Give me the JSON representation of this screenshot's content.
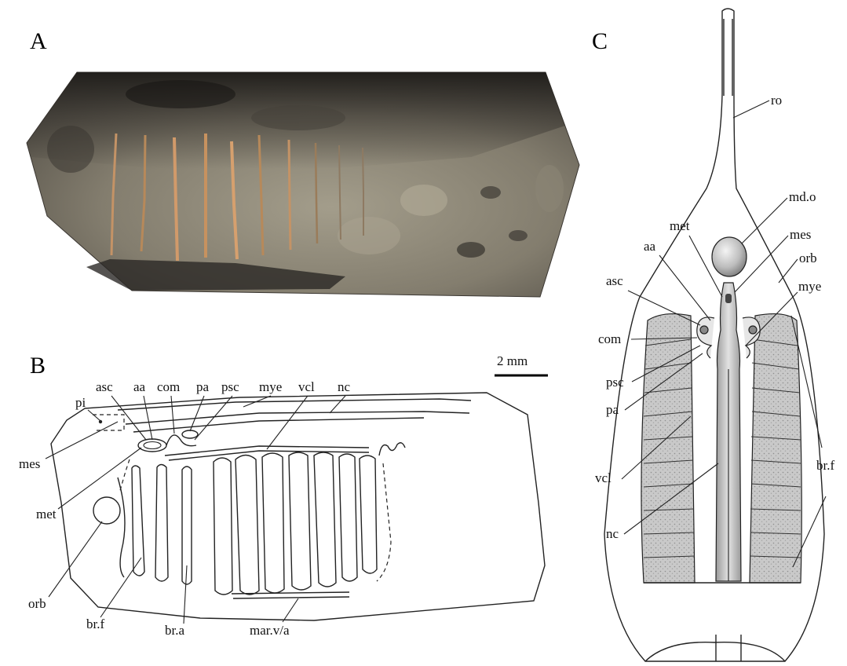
{
  "panels": {
    "a": {
      "label": "A"
    },
    "b": {
      "label": "B"
    },
    "c": {
      "label": "C"
    }
  },
  "scale_bar": {
    "label": "2 mm"
  },
  "panel_b_labels": {
    "pi": "pi",
    "asc": "asc",
    "aa": "aa",
    "com": "com",
    "pa": "pa",
    "psc": "psc",
    "mye": "mye",
    "vcl": "vcl",
    "nc": "nc",
    "mes": "mes",
    "met": "met",
    "orb": "orb",
    "br_f": "br.f",
    "br_a": "br.a",
    "mar_va": "mar.v/a"
  },
  "panel_c_labels": {
    "ro": "ro",
    "md_o": "md.o",
    "met": "met",
    "mes": "mes",
    "aa": "aa",
    "orb": "orb",
    "asc": "asc",
    "mye": "mye",
    "com": "com",
    "psc": "psc",
    "pa": "pa",
    "br_f": "br.f",
    "vcl": "vcl",
    "nc": "nc"
  },
  "colors": {
    "fossil_dark": "#2f2c28",
    "fossil_mid": "#6b655b",
    "fossil_light": "#9a9483",
    "fossil_ochre": "#b7895a",
    "stipple_fill": "#cfcfcf",
    "line": "#222222"
  }
}
